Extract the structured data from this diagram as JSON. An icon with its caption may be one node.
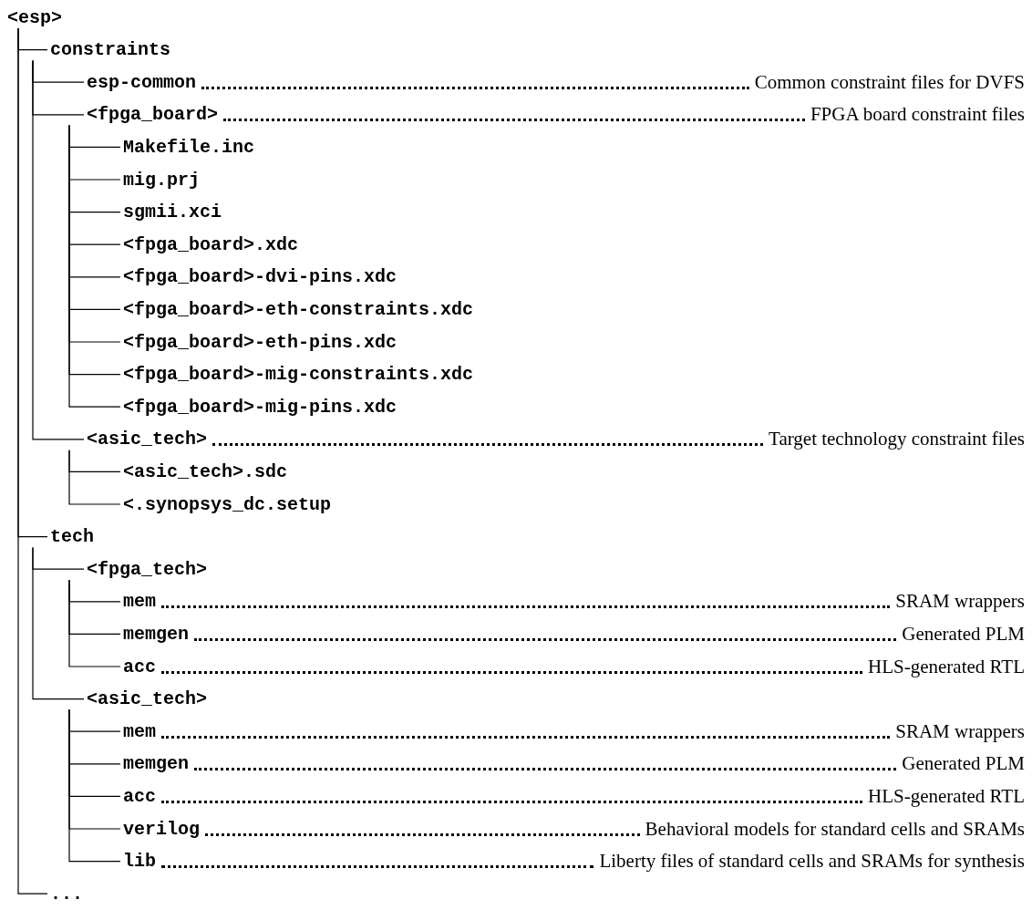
{
  "diagram": {
    "nodes": [
      {
        "text": [
          "<esp>"
        ]
      },
      {
        "text": [
          "constraints"
        ]
      },
      {
        "text": [
          "esp-common"
        ],
        "beside": [
          "Common constraint files for DVFS"
        ]
      },
      {
        "text": [
          "<fpga_board>"
        ],
        "beside": [
          "FPGA board constraint files"
        ]
      },
      {
        "text": [
          "Makefile.inc"
        ]
      },
      {
        "text": [
          "mig.prj"
        ]
      },
      {
        "text": [
          "sgmii.xci"
        ]
      },
      {
        "text": [
          "<fpga_board>.xdc"
        ]
      },
      {
        "text": [
          "<fpga_board>-dvi-pins.xdc"
        ]
      },
      {
        "text": [
          "<fpga_board>-eth-constraints.xdc"
        ]
      },
      {
        "text": [
          "<fpga_board>-eth-pins.xdc"
        ]
      },
      {
        "text": [
          "<fpga_board>-mig-constraints.xdc"
        ]
      },
      {
        "text": [
          "<fpga_board>-mig-pins.xdc"
        ]
      },
      {
        "text": [
          "<asic_tech>"
        ],
        "beside": [
          "Target technology constraint files"
        ]
      },
      {
        "text": [
          "<asic_tech>.sdc"
        ]
      },
      {
        "text": [
          "<.synopsys_dc.setup"
        ]
      },
      {
        "text": [
          "tech"
        ]
      },
      {
        "text": [
          "<fpga_tech>"
        ]
      },
      {
        "text": [
          "mem"
        ],
        "beside": [
          "SRAM wrappers"
        ]
      },
      {
        "text": [
          "memgen"
        ],
        "beside": [
          "Generated PLM"
        ]
      },
      {
        "text": [
          "acc"
        ],
        "beside": [
          "HLS-generated RTL"
        ]
      },
      {
        "text": [
          "<asic_tech>"
        ]
      },
      {
        "text": [
          "mem"
        ],
        "beside": [
          "SRAM wrappers"
        ]
      },
      {
        "text": [
          "memgen"
        ],
        "beside": [
          "Generated PLM"
        ]
      },
      {
        "text": [
          "acc"
        ],
        "beside": [
          "HLS-generated RTL"
        ]
      },
      {
        "text": [
          "verilog"
        ],
        "beside": [
          "Behavioral models for standard cells and SRAMs"
        ]
      },
      {
        "text": [
          "lib"
        ],
        "beside": [
          "Liberty files of standard cells and SRAMs for synthesis"
        ]
      },
      {
        "text": [
          "..."
        ]
      }
    ],
    "edges": [
      {
        "from": 0,
        "to": 1,
        "arrow": "none"
      },
      {
        "from": 1,
        "to": 2,
        "arrow": "none"
      },
      {
        "from": 1,
        "to": 3,
        "arrow": "none"
      },
      {
        "from": 3,
        "to": 4,
        "arrow": "none"
      },
      {
        "from": 3,
        "to": 5,
        "arrow": "none"
      },
      {
        "from": 3,
        "to": 6,
        "arrow": "none"
      },
      {
        "from": 3,
        "to": 7,
        "arrow": "none"
      },
      {
        "from": 3,
        "to": 8,
        "arrow": "none"
      },
      {
        "from": 3,
        "to": 9,
        "arrow": "none"
      },
      {
        "from": 3,
        "to": 10,
        "arrow": "none"
      },
      {
        "from": 3,
        "to": 11,
        "arrow": "none"
      },
      {
        "from": 3,
        "to": 12,
        "arrow": "none"
      },
      {
        "from": 1,
        "to": 13,
        "arrow": "none"
      },
      {
        "from": 13,
        "to": 14,
        "arrow": "none"
      },
      {
        "from": 13,
        "to": 15,
        "arrow": "none"
      },
      {
        "from": 0,
        "to": 16,
        "arrow": "none"
      },
      {
        "from": 16,
        "to": 17,
        "arrow": "none"
      },
      {
        "from": 17,
        "to": 18,
        "arrow": "none"
      },
      {
        "from": 17,
        "to": 19,
        "arrow": "none"
      },
      {
        "from": 17,
        "to": 20,
        "arrow": "none"
      },
      {
        "from": 16,
        "to": 21,
        "arrow": "none"
      },
      {
        "from": 21,
        "to": 22,
        "arrow": "none"
      },
      {
        "from": 21,
        "to": 23,
        "arrow": "none"
      },
      {
        "from": 21,
        "to": 24,
        "arrow": "none"
      },
      {
        "from": 21,
        "to": 25,
        "arrow": "none"
      },
      {
        "from": 21,
        "to": 26,
        "arrow": "none"
      },
      {
        "from": 0,
        "to": 27,
        "arrow": "none"
      }
    ]
  }
}
